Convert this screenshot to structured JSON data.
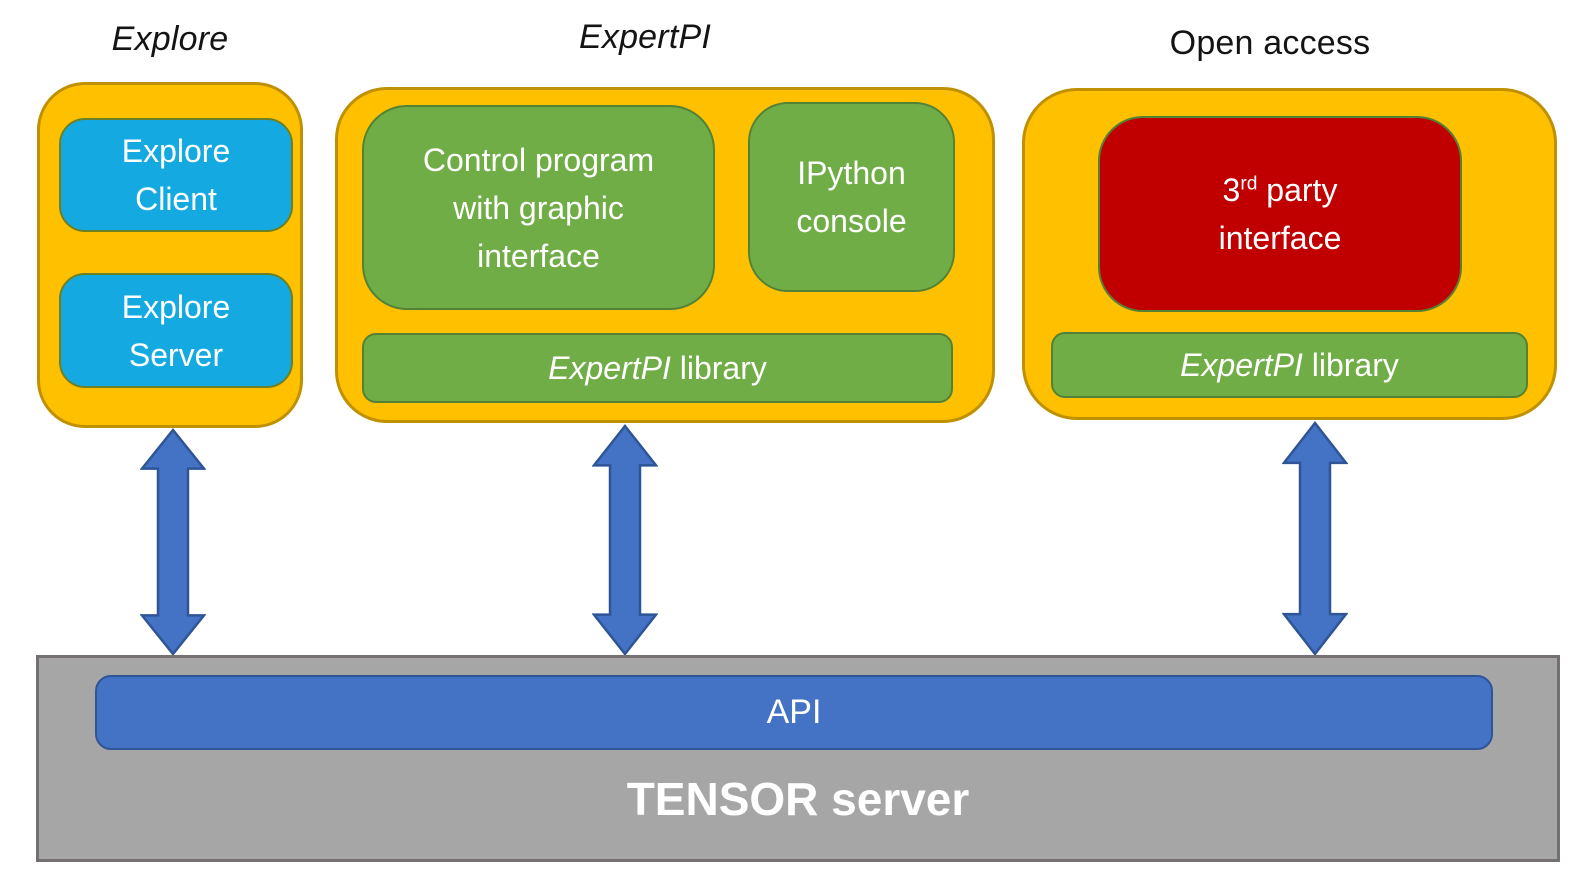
{
  "colors": {
    "orange": "#FFC000",
    "orange_border": "#BF9000",
    "cyan": "#14AAE1",
    "cyan_border": "#6C8026",
    "green": "#70AD47",
    "green_border": "#548235",
    "red": "#C00000",
    "blue": "#4472C4",
    "blue_border": "#2F5597",
    "gray": "#A6A6A6",
    "gray_border": "#767171"
  },
  "explore": {
    "title": "Explore",
    "client_label": "Explore Client",
    "server_label": "Explore Server"
  },
  "expertpi": {
    "title": "ExpertPI",
    "control_program_label": "Control program with graphic interface",
    "ipython_label": "IPython console",
    "library_name": "ExpertPI",
    "library_suffix": " library"
  },
  "open_access": {
    "title": "Open access",
    "third_party_base": "3",
    "third_party_sup": "rd",
    "third_party_rest": " party interface",
    "library_name": "ExpertPI",
    "library_suffix": " library"
  },
  "server": {
    "api_label": "API",
    "title": "TENSOR server"
  }
}
